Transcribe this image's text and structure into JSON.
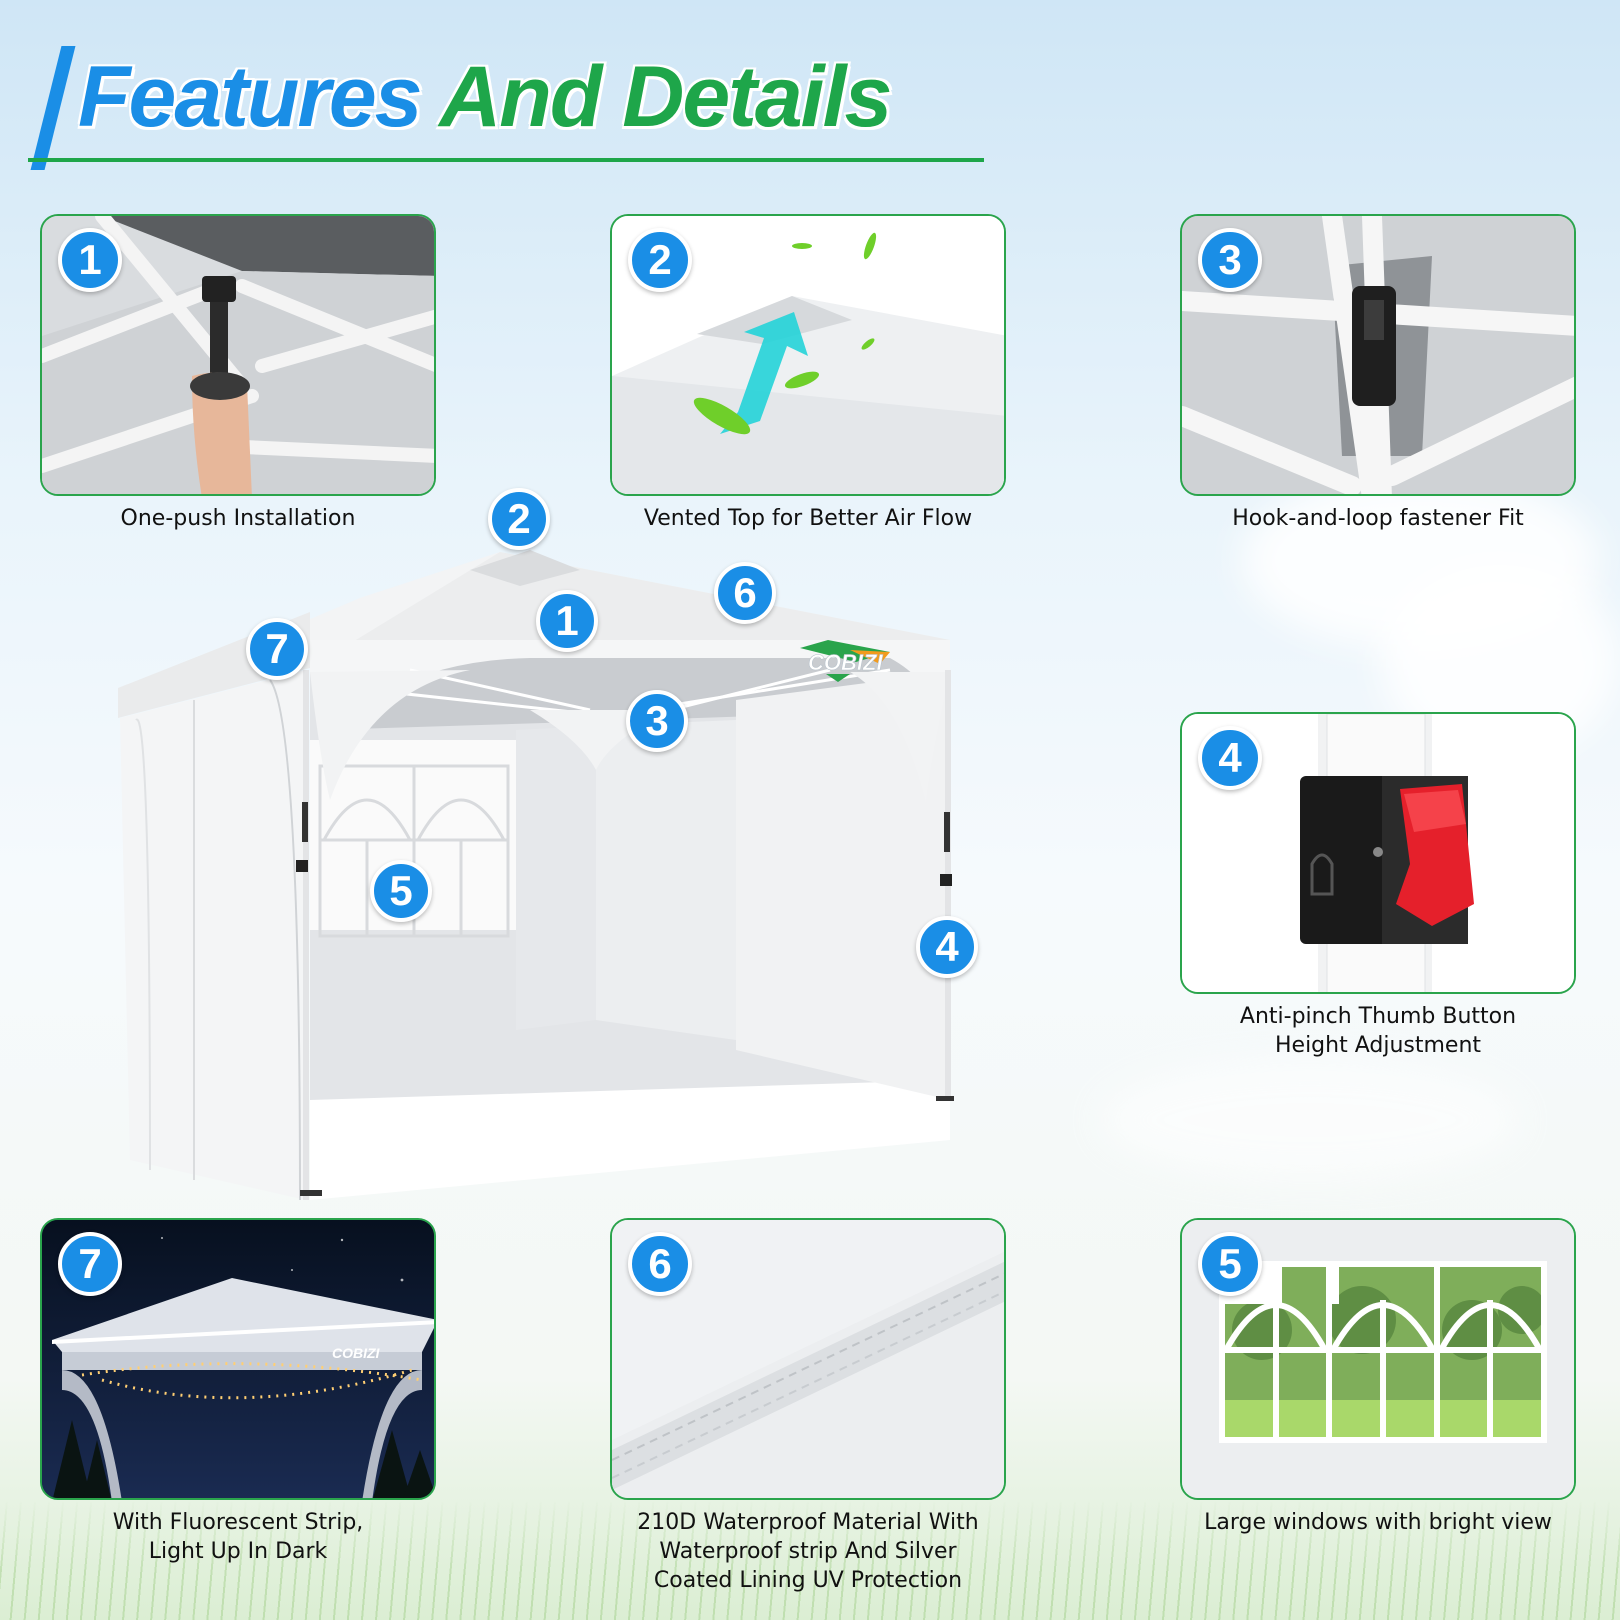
{
  "title": {
    "part1": "Features",
    "part2": "And Details"
  },
  "features": [
    {
      "number": "1",
      "caption": [
        "One-push Installation"
      ]
    },
    {
      "number": "2",
      "caption": [
        "Vented Top for Better Air Flow"
      ]
    },
    {
      "number": "3",
      "caption": [
        "Hook-and-loop fastener Fit"
      ]
    },
    {
      "number": "4",
      "caption": [
        "Anti-pinch Thumb Button",
        "Height Adjustment"
      ]
    },
    {
      "number": "7",
      "caption": [
        "With Fluorescent Strip,",
        "Light Up In Dark"
      ]
    },
    {
      "number": "6",
      "caption": [
        "210D Waterproof Material  With",
        "Waterproof strip And Silver",
        "Coated Lining UV Protection"
      ]
    },
    {
      "number": "5",
      "caption": [
        "Large windows with bright view"
      ]
    }
  ],
  "tent": {
    "brand": "COBIZI",
    "markers": [
      "2",
      "7",
      "1",
      "6",
      "3",
      "5",
      "4"
    ]
  },
  "colors": {
    "blue": "#1a8ee6",
    "green": "#1ea64a",
    "border": "#2aa44c"
  },
  "icons": [
    "leaf-icon",
    "airflow-arrow-icon",
    "thumb-button-icon"
  ]
}
